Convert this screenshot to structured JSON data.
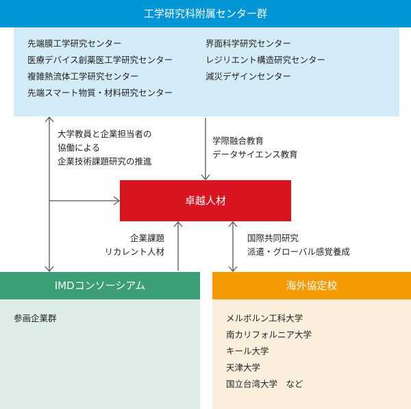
{
  "top_group": {
    "title": "工学研究科附属センター群",
    "left_centers": [
      "先端膜工学研究センター",
      "医療デバイス創薬医工学研究センター",
      "複雑熱流体工学研究センター",
      "先端スマート物質・材料研究センター"
    ],
    "right_centers": [
      "界面科学研究センター",
      "レジリエント構造研究センター",
      "減災デザインセンター"
    ]
  },
  "hub": {
    "title": "卓越人材"
  },
  "labels": {
    "collab": [
      "大学教員と企業担当者の",
      "協働による",
      "企業技術課題研究の推進"
    ],
    "education": [
      "学際融合教育",
      "データサイエンス教育"
    ],
    "industry": [
      "企業課題",
      "リカレント人材"
    ],
    "international": [
      "国際共同研究",
      "派遣・グローバル感覚養成"
    ]
  },
  "imd": {
    "title": "IMDコンソーシアム",
    "items": [
      "参画企業群"
    ]
  },
  "overseas": {
    "title": "海外協定校",
    "items": [
      "メルボルン工科大学",
      "南カリフォルニア大学",
      "キール大学",
      "天津大学",
      "国立台湾大学　など"
    ]
  },
  "colors": {
    "top_header": "#0096d6",
    "top_body": "#d4ecf7",
    "hub": "#d7141f",
    "imd_header": "#3c9e74",
    "imd_body": "#deede5",
    "overseas_header": "#f59a00",
    "overseas_body": "#fbeedd",
    "arrow": "#555555"
  }
}
